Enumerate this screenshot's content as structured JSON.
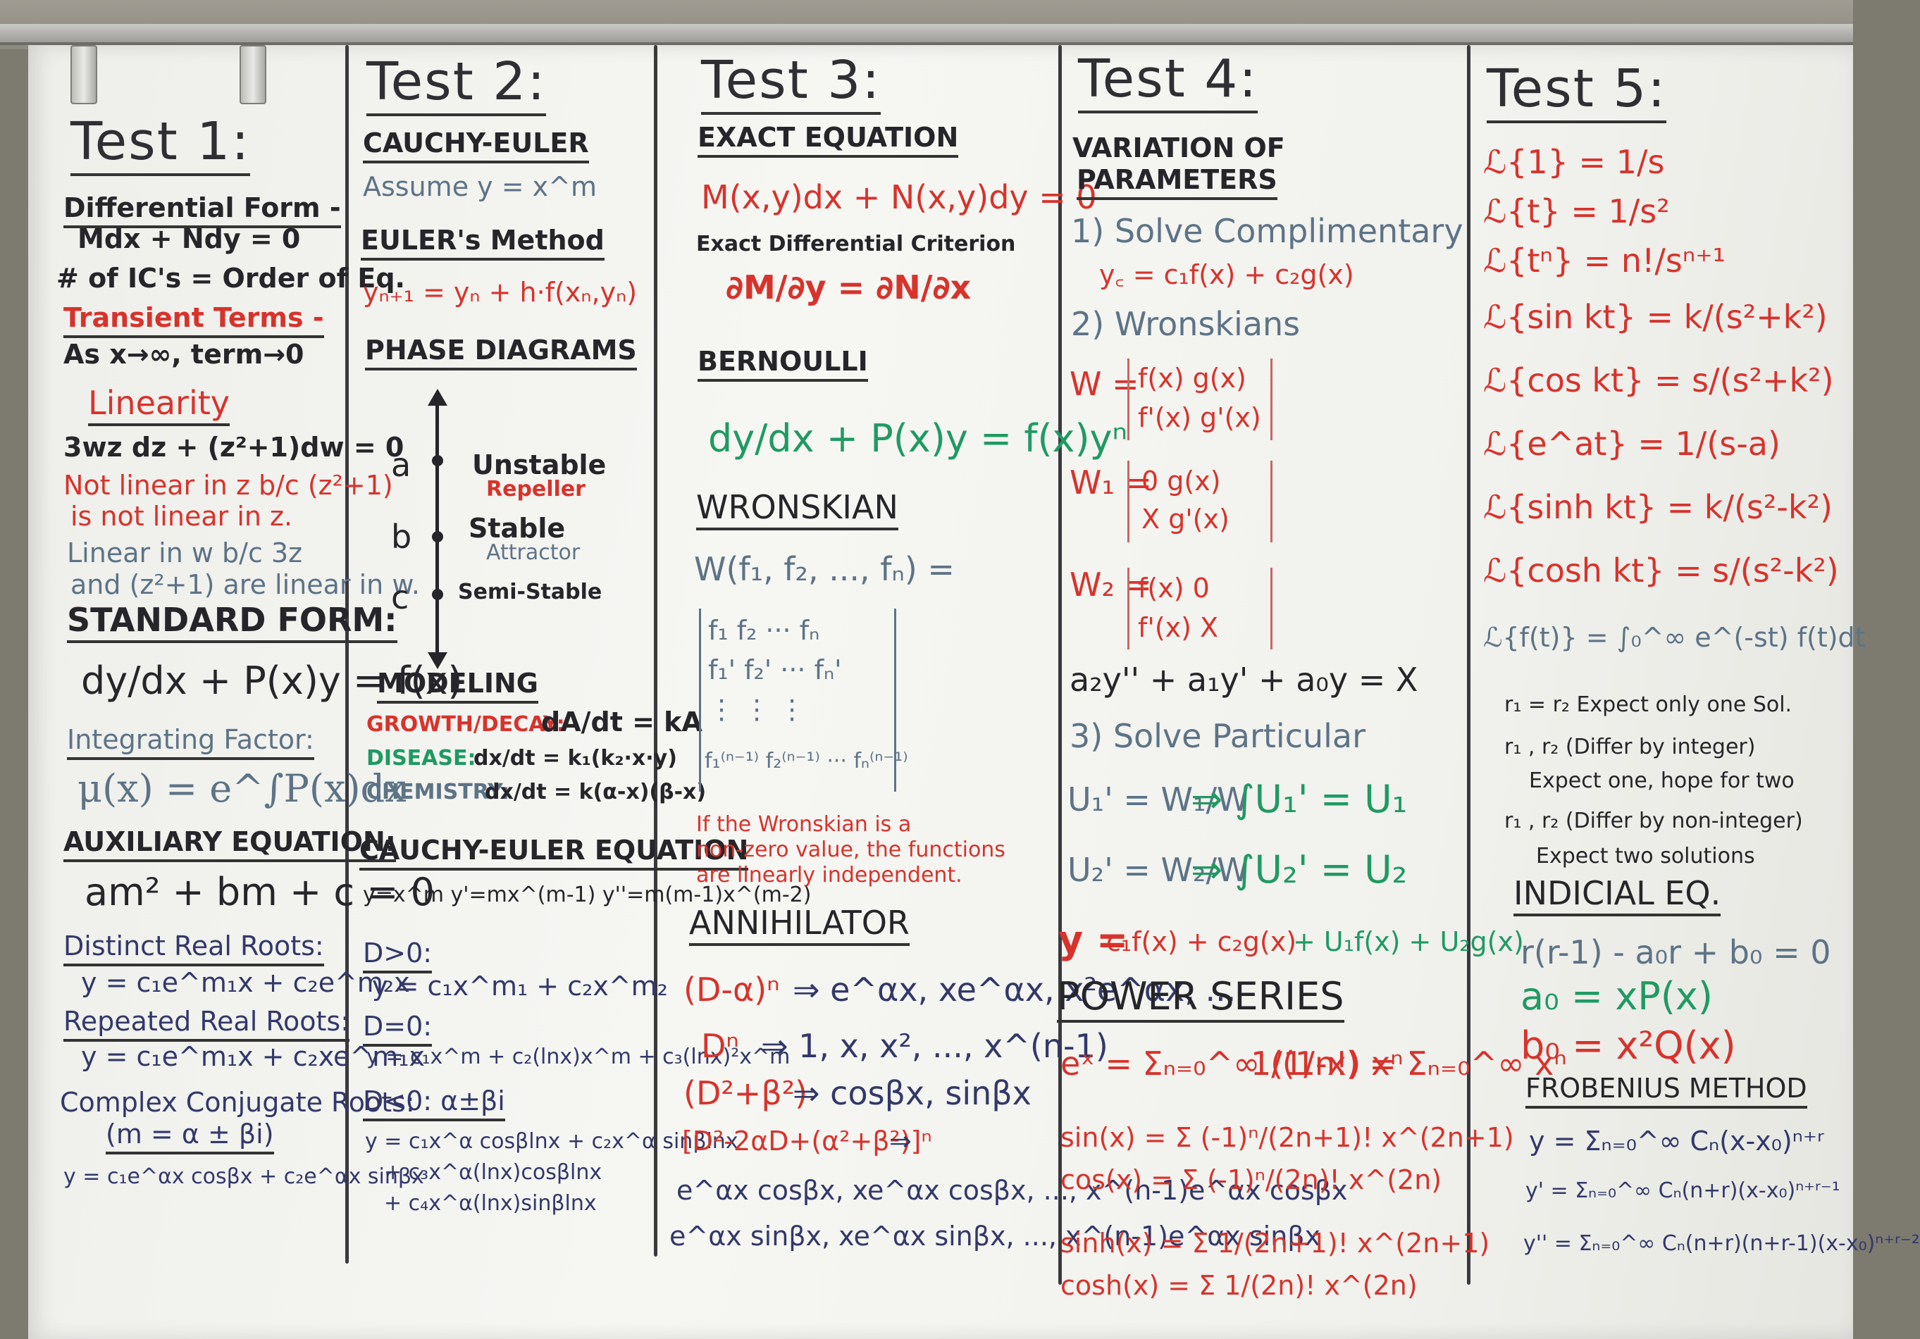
{
  "test1": {
    "heading": "Test 1:",
    "l1": "Differential Form -",
    "l2": "Mdx + Ndy = 0",
    "l3": "# of IC's = Order of Eq.",
    "l4": "Transient Terms -",
    "l5": "As x→∞, term→0",
    "l6": "Linearity",
    "l7": "3wz dz + (z²+1)dw = 0",
    "l8": "Not linear in z b/c (z²+1)",
    "l9": "is not linear in z.",
    "l10": "Linear in w b/c 3z",
    "l11": "and (z²+1) are linear in w.",
    "l12": "STANDARD FORM:",
    "l13": "dy/dx + P(x)y = f(x)",
    "l14": "Integrating Factor:",
    "l15": "μ(x) = e^∫P(x)dx",
    "l16": "AUXILIARY EQUATION:",
    "l17": "am² + bm + c = 0",
    "l18": "Distinct Real Roots:",
    "l19": "y = c₁e^m₁x + c₂e^m₂x",
    "l20": "Repeated Real Roots:",
    "l21": "y = c₁e^m₁x + c₂xe^m₁x",
    "l22": "Complex Conjugate Roots:",
    "l23": "(m = α ± βi)",
    "l24": "y = c₁e^αx cosβx + c₂e^αx sinβx"
  },
  "test2": {
    "heading": "Test 2:",
    "l1": "CAUCHY-EULER",
    "l2": "Assume  y = x^m",
    "l3": "EULER's Method",
    "l4": "yₙ₊₁ = yₙ + h·f(xₙ,yₙ)",
    "l5": "PHASE DIAGRAMS",
    "pa": "a",
    "pb": "b",
    "pc": "c",
    "pu": "Unstable",
    "pr": "Repeller",
    "ps": "Stable",
    "pat": "Attractor",
    "pss": "Semi-Stable",
    "l6": "MODELING",
    "l7a": "GROWTH/DECAY:",
    "l7b": "dA/dt = kA",
    "l8a": "DISEASE:",
    "l8b": "dx/dt = k₁(k₂·x·y)",
    "l9a": "CHEMISTRY:",
    "l9b": "dx/dt = k(α-x)(β-x)",
    "l10": "CAUCHY-EULER EQUATION",
    "l11": "y=x^m   y'=mx^(m-1)   y''=m(m-1)x^(m-2)",
    "l12": "D>0:",
    "l13": "y = c₁x^m₁ + c₂x^m₂",
    "l14": "D=0:",
    "l15": "y = c₁x^m + c₂(lnx)x^m + c₃(lnx)²x^m",
    "l16": "D<0: α±βi",
    "l17": "y = c₁x^α cosβlnx + c₂x^α sinβlnx",
    "l18": "+ c₃x^α(lnx)cosβlnx",
    "l19": "+ c₄x^α(lnx)sinβlnx"
  },
  "test3": {
    "heading": "Test 3:",
    "l1": "EXACT EQUATION",
    "l2": "M(x,y)dx + N(x,y)dy = 0",
    "l3": "Exact Differential Criterion",
    "l4": "∂M/∂y = ∂N/∂x",
    "l5": "BERNOULLI",
    "l6": "dy/dx + P(x)y = f(x)yⁿ",
    "l7": "WRONSKIAN",
    "l8": "W(f₁, f₂, ..., fₙ) =",
    "m1": "f₁   f₂  ···  fₙ",
    "m2": "f₁'  f₂' ···  fₙ'",
    "m3": " ⋮    ⋮          ⋮",
    "m4": "f₁⁽ⁿ⁻¹⁾ f₂⁽ⁿ⁻¹⁾ ··· fₙ⁽ⁿ⁻¹⁾",
    "l9": "If the Wronskian is a",
    "l10": "non-zero value, the functions",
    "l11": "are linearly independent.",
    "l12": "ANNIHILATOR",
    "l13a": "(D-α)ⁿ",
    "l13b": "⇒ e^αx, xe^αx, x²e^αx, ...",
    "l14a": "Dⁿ",
    "l14b": "⇒ 1, x, x², ..., x^(n-1)",
    "l15a": "(D²+β²)",
    "l15b": "⇒ cosβx, sinβx",
    "l16a": "[D²-2αD+(α²+β²)]ⁿ",
    "l16b": "⇒",
    "l17": "e^αx cosβx, xe^αx cosβx, ..., x^(n-1)e^αx cosβx",
    "l18": "e^αx sinβx, xe^αx sinβx, ..., x^(n-1)e^αx sinβx"
  },
  "test4": {
    "heading": "Test 4:",
    "l1": "VARIATION OF",
    "l2": "PARAMETERS",
    "l3": "1) Solve Complimentary",
    "l4": "y꜀ = c₁f(x) + c₂g(x)",
    "l5": "2) Wronskians",
    "w": "W =",
    "w1": "W₁ =",
    "w2": "W₂ =",
    "wa": "f(x)   g(x)",
    "wb": "f'(x)  g'(x)",
    "w1a": "0     g(x)",
    "w1b": "X     g'(x)",
    "w2a": "f(x)    0",
    "w2b": "f'(x)   X",
    "l6": "a₂y'' + a₁y' + a₀y = X",
    "l7": "3) Solve Particular",
    "l8a": "U₁' = W₁/W",
    "l8b": "⇒ ∫U₁' = U₁",
    "l9a": "U₂' = W₂/W",
    "l9b": "⇒ ∫U₂' = U₂",
    "l10a": "y =",
    "l10b": "c₁f(x) + c₂g(x)",
    "l10c": "+ U₁f(x) + U₂g(x)",
    "l11": "POWER SERIES",
    "l12": "eˣ = Σₙ₌₀^∞ (1/n!) xⁿ",
    "l13": "1/(1-x) = Σₙ₌₀^∞ xⁿ",
    "l14": "sin(x) = Σ (-1)ⁿ/(2n+1)! x^(2n+1)",
    "l15": "cos(x) = Σ (-1)ⁿ/(2n)! x^(2n)",
    "l16": "sinh(x) = Σ 1/(2n+1)! x^(2n+1)",
    "l17": "cosh(x) = Σ 1/(2n)! x^(2n)"
  },
  "test5": {
    "heading": "Test 5:",
    "l1": "ℒ{1} = 1/s",
    "l2": "ℒ{t} = 1/s²",
    "l3": "ℒ{tⁿ} = n!/sⁿ⁺¹",
    "l4": "ℒ{sin kt} = k/(s²+k²)",
    "l5": "ℒ{cos kt} = s/(s²+k²)",
    "l6": "ℒ{e^at} = 1/(s-a)",
    "l7": "ℒ{sinh kt} = k/(s²-k²)",
    "l8": "ℒ{cosh kt} = s/(s²-k²)",
    "l9": "ℒ{f(t)} = ∫₀^∞ e^(-st) f(t)dt",
    "l10": "r₁ = r₂    Expect only one Sol.",
    "l11": "r₁ , r₂ (Differ by integer)",
    "l12": "Expect one, hope for two",
    "l13": "r₁ , r₂ (Differ by non-integer)",
    "l14": "Expect two solutions",
    "l15": "INDICIAL EQ.",
    "l16": "r(r-1) - a₀r + b₀ = 0",
    "l17": "a₀ = xP(x)",
    "l18": "b₀ = x²Q(x)",
    "l19": "FROBENIUS METHOD",
    "l20": "y = Σₙ₌₀^∞ Cₙ(x-x₀)ⁿ⁺ʳ",
    "l21": "y' = Σₙ₌₀^∞ Cₙ(n+r)(x-x₀)ⁿ⁺ʳ⁻¹",
    "l22": "y'' = Σₙ₌₀^∞ Cₙ(n+r)(n+r-1)(x-x₀)ⁿ⁺ʳ⁻²"
  }
}
